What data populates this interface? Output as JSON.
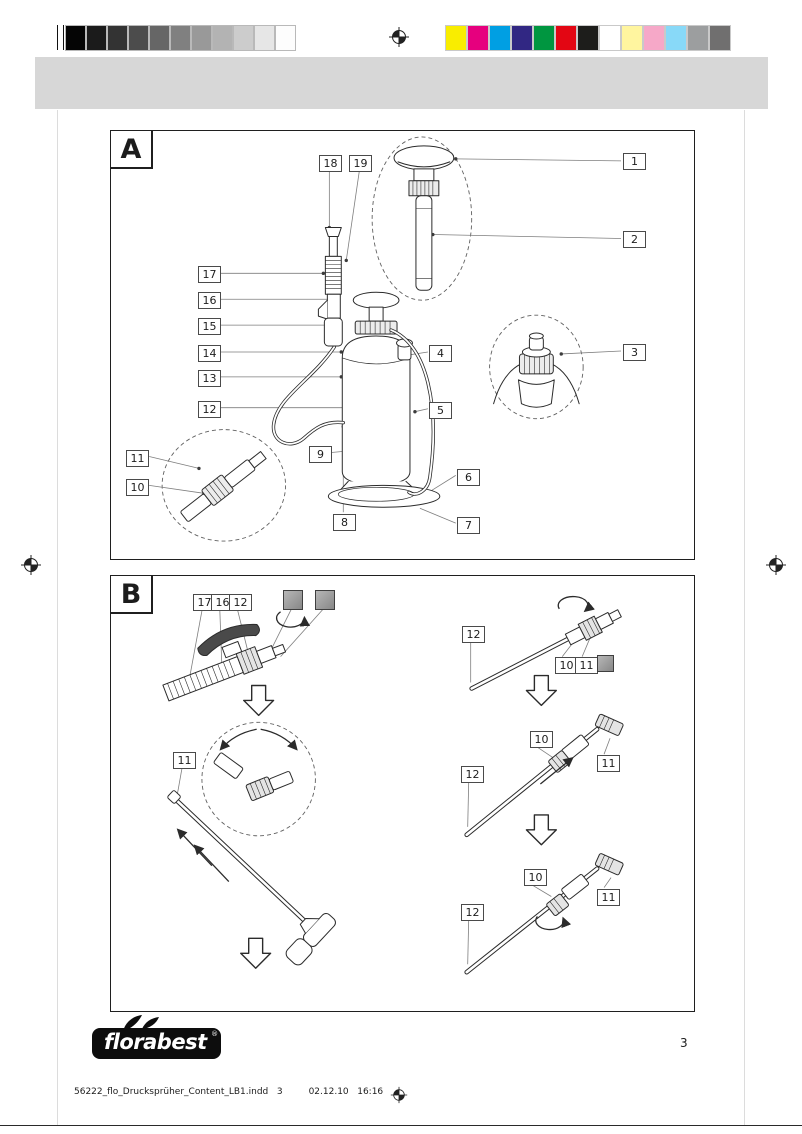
{
  "print_marks": {
    "grayscale": [
      "#050505",
      "#1b1b1b",
      "#333333",
      "#4c4c4c",
      "#666666",
      "#808080",
      "#999999",
      "#b3b3b3",
      "#cccccc",
      "#e6e6e6",
      "#fdfdfd"
    ],
    "color_bar": [
      "#f9ed00",
      "#e6007e",
      "#009fe3",
      "#312783",
      "#009640",
      "#e30613",
      "#1d1d1b",
      "#ffffff",
      "#fff59f",
      "#f6a8c8",
      "#88d9f8",
      "#9c9e9f",
      "#706f6f"
    ]
  },
  "panel_a": {
    "label": "A",
    "callouts": {
      "c1": "1",
      "c2": "2",
      "c3": "3",
      "c4": "4",
      "c5": "5",
      "c6": "6",
      "c7": "7",
      "c8": "8",
      "c9": "9",
      "c10": "10",
      "c11": "11",
      "c12": "12",
      "c13": "13",
      "c14": "14",
      "c15": "15",
      "c16": "16",
      "c17": "17",
      "c18": "18",
      "c19": "19"
    }
  },
  "panel_b": {
    "label": "B",
    "callouts": {
      "top17": "17",
      "top16": "16",
      "top12": "12",
      "left11": "11",
      "s1_12": "12",
      "s1_10": "10",
      "s1_11": "11",
      "s2_10": "10",
      "s2_12": "12",
      "s2_11": "11",
      "s3_10": "10",
      "s3_11": "11",
      "s3_12": "12"
    }
  },
  "footer": {
    "logo_text": "florabest",
    "page_number": "3",
    "imprint": "56222_flo_Drucksprüher_Content_LB1.indd   3",
    "datetime": "02.12.10   16:16"
  }
}
